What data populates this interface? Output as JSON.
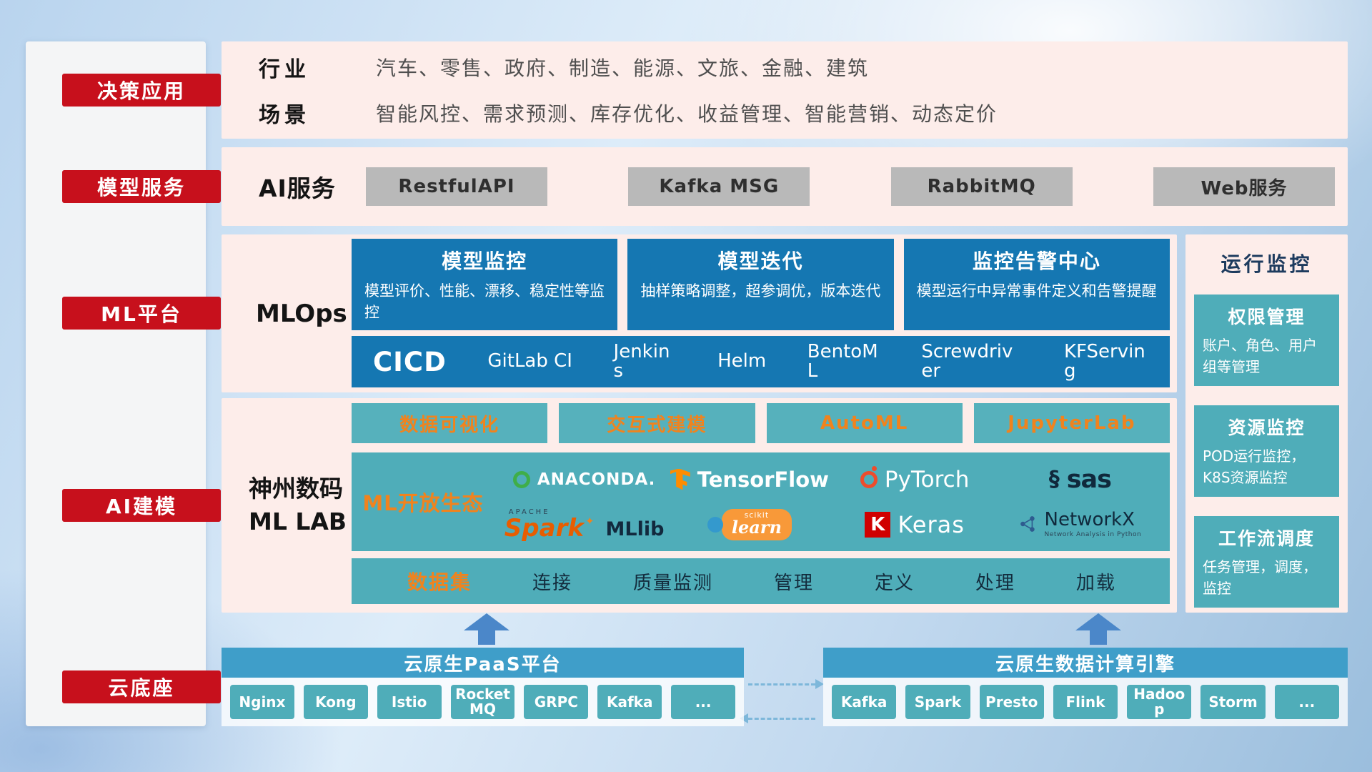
{
  "sidebar": {
    "items": [
      "决策应用",
      "模型服务",
      "ML平台",
      "AI建模",
      "云底座"
    ]
  },
  "apps_row": {
    "rows": [
      {
        "label": "行业",
        "value": "汽车、零售、政府、制造、能源、文旅、金融、建筑"
      },
      {
        "label": "场景",
        "value": "智能风控、需求预测、库存优化、收益管理、智能营销、动态定价"
      }
    ]
  },
  "services_row": {
    "label": "AI服务",
    "buttons": [
      "RestfulAPI",
      "Kafka MSG",
      "RabbitMQ",
      "Web服务"
    ]
  },
  "mlops_row": {
    "label": "MLOps",
    "cards": [
      {
        "title": "模型监控",
        "desc": "模型评价、性能、漂移、稳定性等监控"
      },
      {
        "title": "模型迭代",
        "desc": "抽样策略调整，超参调优，版本迭代"
      },
      {
        "title": "监控告警中心",
        "desc": "模型运行中异常事件定义和告警提醒"
      }
    ],
    "cicd_label": "CICD",
    "cicd_items": [
      "GitLab CI",
      "Jenkins",
      "Helm",
      "BentoML",
      "Screwdriver",
      "KFServing"
    ]
  },
  "monitor_panel": {
    "title": "运行监控",
    "cards": [
      {
        "title": "权限管理",
        "desc": "账户、角色、用户组等管理"
      },
      {
        "title": "资源监控",
        "desc": "POD运行监控，K8S资源监控"
      },
      {
        "title": "工作流调度",
        "desc": "任务管理，调度，监控"
      }
    ]
  },
  "mllab_row": {
    "label_line1": "神州数码",
    "label_line2": "ML LAB",
    "tools": [
      "数据可视化",
      "交互式建模",
      "AutoML",
      "JupyterLab"
    ],
    "eco_label": "ML开放生态",
    "logos": {
      "anaconda": "ANACONDA.",
      "tensorflow": "TensorFlow",
      "pytorch": "PyTorch",
      "sas": "sas",
      "apache": "APACHE",
      "spark": "Spark",
      "mllib": "MLlib",
      "scikit_top": "scikit",
      "scikit_word": "learn",
      "keras_letter": "K",
      "keras": "Keras",
      "networkx": "NetworkX",
      "networkx_sub": "Network Analysis in Python"
    },
    "dataset_label": "数据集",
    "dataset_items": [
      "连接",
      "质量监测",
      "管理",
      "定义",
      "处理",
      "加载"
    ]
  },
  "cloud_row": {
    "paas": {
      "title": "云原生PaaS平台",
      "items": [
        "Nginx",
        "Kong",
        "Istio",
        "RocketMQ",
        "GRPC",
        "Kafka",
        "..."
      ]
    },
    "engine": {
      "title": "云原生数据计算引擎",
      "items": [
        "Kafka",
        "Spark",
        "Presto",
        "Flink",
        "Hadoop",
        "Storm",
        "..."
      ]
    }
  },
  "colors": {
    "accent_red": "#c7101c",
    "panel_pink": "#fdedea",
    "primary_blue": "#1577b2",
    "teal": "#4fadb9",
    "orange": "#f0831e",
    "cloud_header_blue": "#3f9ec9",
    "gray_button": "#b9b9b9",
    "arrow_blue": "#4b87c9"
  }
}
